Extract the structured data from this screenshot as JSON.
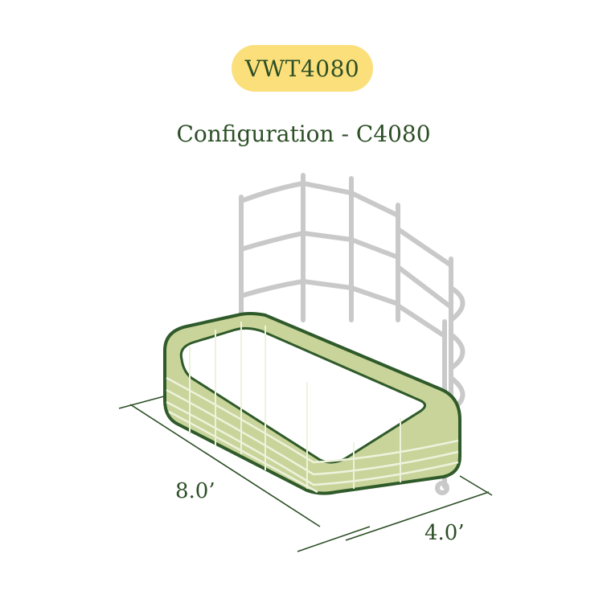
{
  "model": {
    "code": "VWT4080"
  },
  "configuration": {
    "title": "Configuration - C4080"
  },
  "dimensions": {
    "length": "8.0’",
    "width": "4.0’"
  },
  "colors": {
    "badge": "#fbdf7a",
    "text_green": "#2c4f26",
    "bed_fill": "#c8d49a",
    "bed_outline": "#2f5a2a",
    "trellis": "#c9c9c9"
  },
  "illustration": {
    "subject": "raised-garden-bed-with-trellis",
    "icons": [
      "trellis-icon",
      "garden-bed-icon"
    ]
  }
}
